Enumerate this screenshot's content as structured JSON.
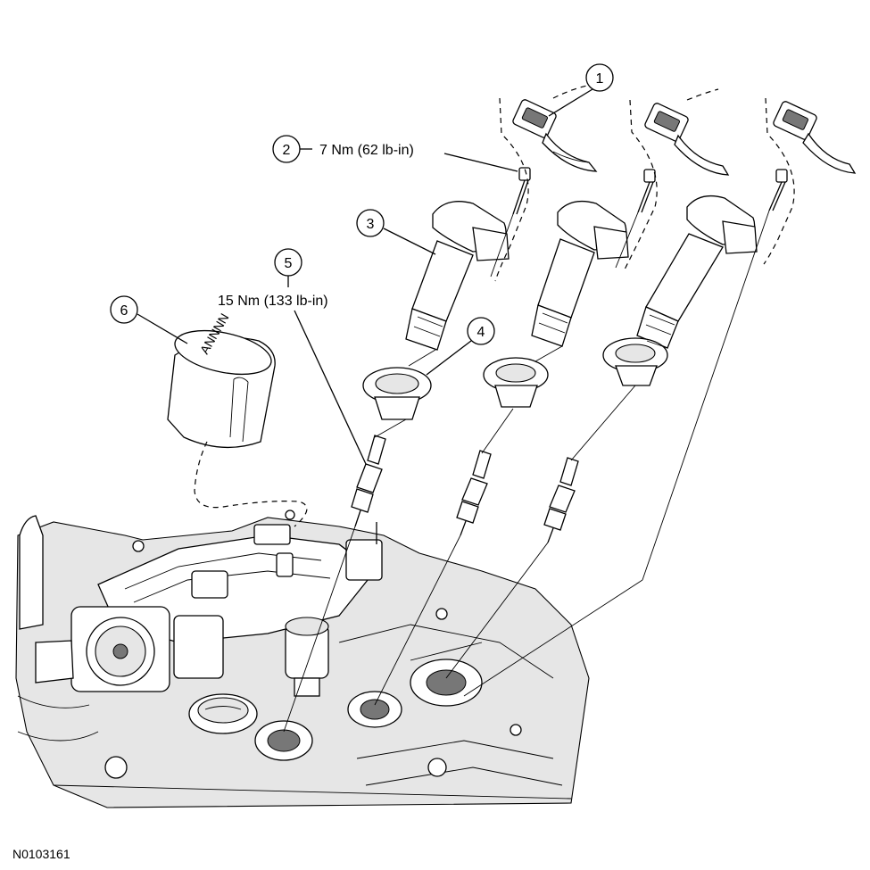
{
  "callouts": {
    "c1": "1",
    "c2": "2",
    "c3": "3",
    "c4": "4",
    "c5": "5",
    "c6": "6"
  },
  "torque": {
    "bolt": "7 Nm (62 lb-in)",
    "spark_plug": "15 Nm (133 lb-in)"
  },
  "figure_id": "N0103161"
}
